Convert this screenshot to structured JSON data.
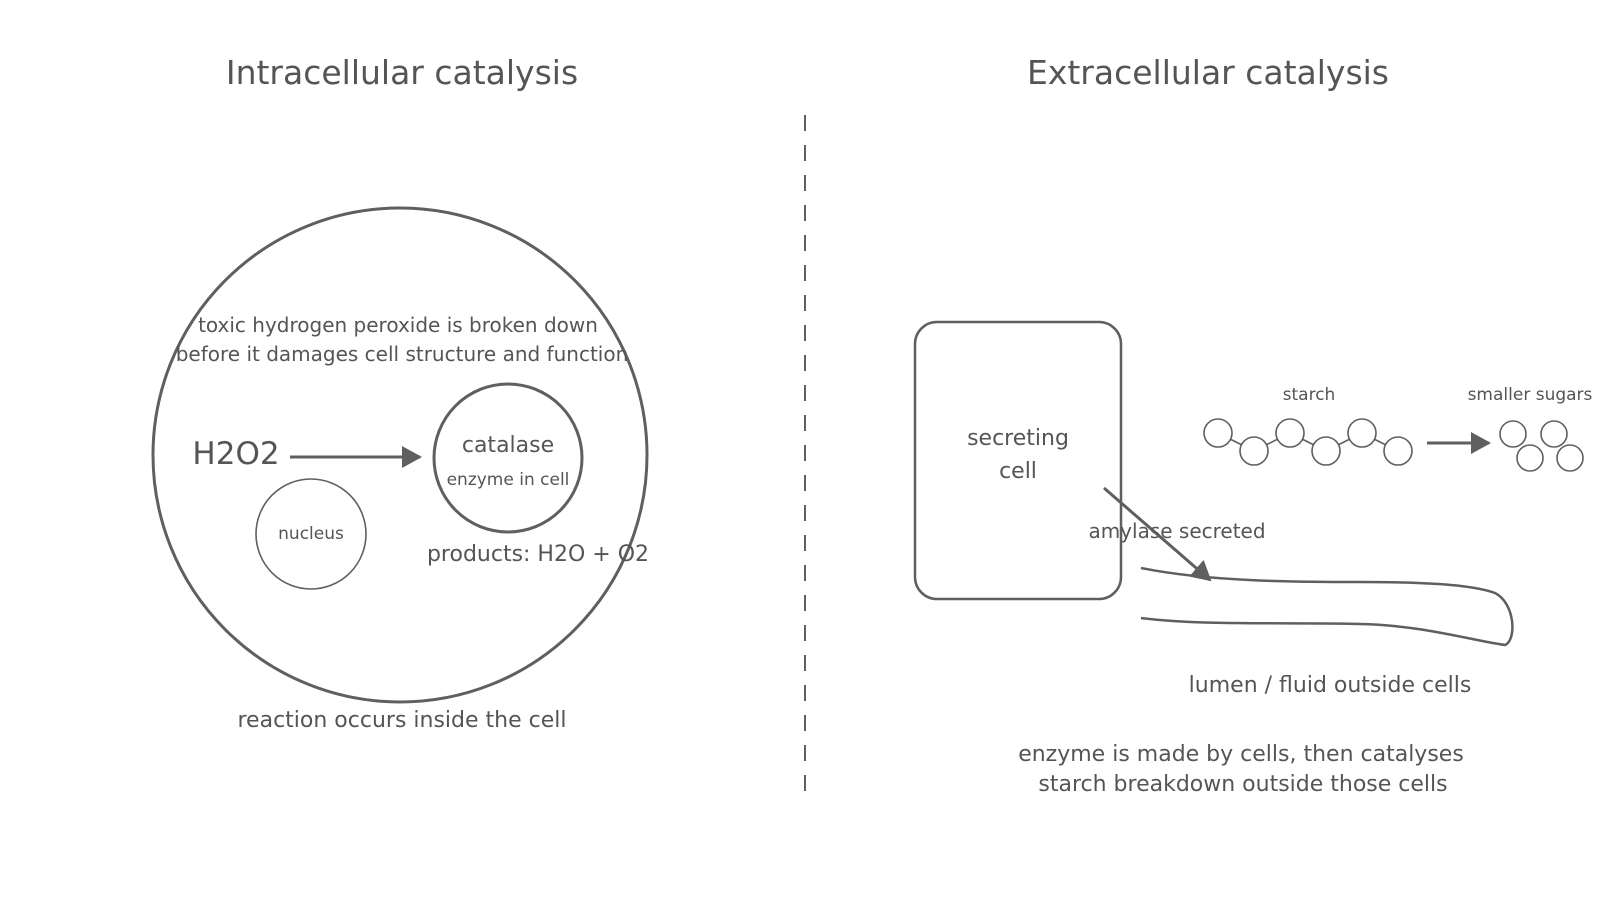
{
  "intracellular": {
    "title": "Intracellular catalysis",
    "description_line1": "toxic hydrogen peroxide is broken down",
    "description_line2": "before it damages cell structure and function",
    "substrate": "H2O2",
    "enzyme_name": "catalase",
    "enzyme_note": "enzyme in cell",
    "nucleus": "nucleus",
    "products": "products: H2O + O2",
    "caption": "reaction occurs inside the cell"
  },
  "extracellular": {
    "title": "Extracellular catalysis",
    "cell_line1": "secreting",
    "cell_line2": "cell",
    "secretion": "amylase secreted",
    "starch": "starch",
    "sugars": "smaller sugars",
    "lumen": "lumen / fluid outside cells",
    "caption_line1": "enzyme is made by cells, then catalyses",
    "caption_line2": "starch breakdown outside those cells"
  },
  "colors": {
    "stroke": "#5f5f5f",
    "text": "#555555",
    "background": "#ffffff"
  }
}
